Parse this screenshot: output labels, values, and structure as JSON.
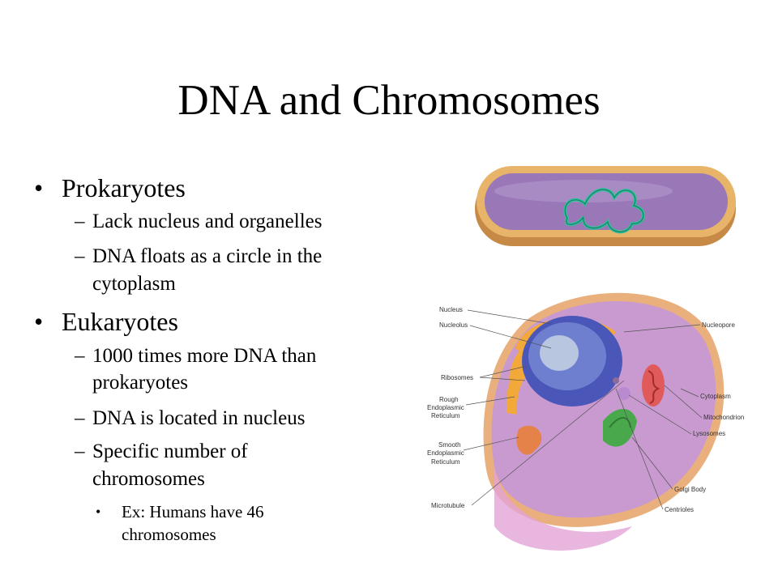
{
  "slide": {
    "title": "DNA and Chromosomes",
    "bullet_marker": "•",
    "dash_marker": "–",
    "sub_bullet_marker": "•",
    "prokaryotes": {
      "heading": "Prokaryotes",
      "points": [
        "Lack nucleus and organelles",
        "DNA floats as a circle in the",
        "cytoplasm"
      ]
    },
    "eukaryotes": {
      "heading": "Eukaryotes",
      "points": [
        "1000 times more DNA than",
        "prokaryotes",
        "DNA is located in nucleus",
        "Specific number of",
        "chromosomes"
      ],
      "example": [
        "Ex: Humans have 46",
        "chromosomes"
      ]
    }
  },
  "figure": {
    "colors": {
      "prokaryote_membrane": "#e7b46a",
      "prokaryote_cytoplasm": "#9a78b8",
      "dna_loop": "#2fbf9b",
      "eukaryote_membrane": "#e9b07e",
      "eukaryote_cytoplasm": "#c99ad0",
      "nucleus": "#4a56b8",
      "nucleolus": "#b8c6e0",
      "golgi": "#4aa84c",
      "er": "#f2a93a"
    },
    "labels_left": [
      "Nucleus",
      "Nucleolus",
      "Ribosomes",
      "Rough",
      "Endoplasmic",
      "Reticulum",
      "Smooth",
      "Endoplasmic",
      "Reticulum",
      "Microtubule"
    ],
    "labels_right": [
      "Nucleopore",
      "Cytoplasm",
      "Mitochondrion",
      "Lysosomes",
      "Golgi Body",
      "Centrioles"
    ]
  }
}
